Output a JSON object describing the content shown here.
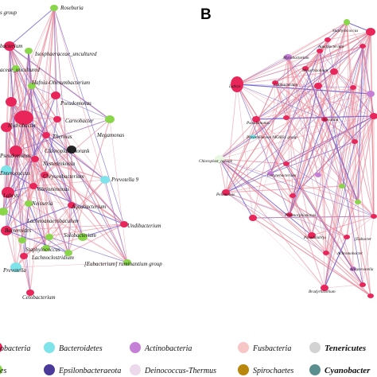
{
  "panel_b_letter": "B",
  "panel_a": {
    "labels": [
      "s group",
      "Roseburia",
      "bacterium",
      "Isosphaeraceae_uncultured",
      "aceae_uncultured",
      "Hafnia-Obesumbacterium",
      "Pseudomonas",
      "Hydrobacter",
      "Carnobacter",
      "Megamonas",
      "Thermus",
      "Chloroplast_norank",
      "Pseudomonas",
      "Nesterenkonia",
      "Enterococcus",
      "Chryseobacterium",
      "Prevotella 9",
      "Vibrionimonas",
      "Labrys",
      "Neisseria",
      "Aquabacterium",
      "Lachnoanaerobaculum",
      "Undibacterium",
      "Bacteroides",
      "Solobacterium",
      "Staphylococcus",
      "Lachnoclostridium",
      "[Eubacterium] ruminantium group",
      "Prevotella",
      "Cetobacterium"
    ]
  },
  "panel_b": {
    "labels": [
      "Staphylococcus",
      "Mycobacterium",
      "Aquabacterium",
      "Mesorhizobium",
      "Labrys",
      "Cutibacterium",
      "Pseudomonas",
      "Nocardia",
      "Prevotellaceae NK3B31 group",
      "Chloroplast_norank",
      "Corynebacterium",
      "Pelomonas",
      "Pleomorphomonas",
      "Pseudolabrys",
      "Alloprevotella",
      "Bradyrhizobium",
      "[Eubacter",
      "Achromobacter"
    ]
  },
  "legend": {
    "items": [
      {
        "label": "obacteria",
        "color": "#e8265a"
      },
      {
        "label": "Bacteroidetes",
        "color": "#7fe3ea"
      },
      {
        "label": "Actinobacteria",
        "color": "#c67fd6"
      },
      {
        "label": "Fusbacteria",
        "color": "#f7c6c6"
      },
      {
        "label": "Tenericutes",
        "color": "#d3d3d3"
      },
      {
        "label": "es",
        "color": "#8ad64a"
      },
      {
        "label": "Epsilonbacteraeota",
        "color": "#4b3a9a"
      },
      {
        "label": "Deinococcus-Thermus",
        "color": "#ecd9ec"
      },
      {
        "label": "Spirochaetes",
        "color": "#b8860b"
      },
      {
        "label": "Cyanobacter",
        "color": "#5b8f8f"
      }
    ]
  },
  "colors": {
    "positive_edge": "#e8899a",
    "negative_edge": "#6a5acd"
  }
}
